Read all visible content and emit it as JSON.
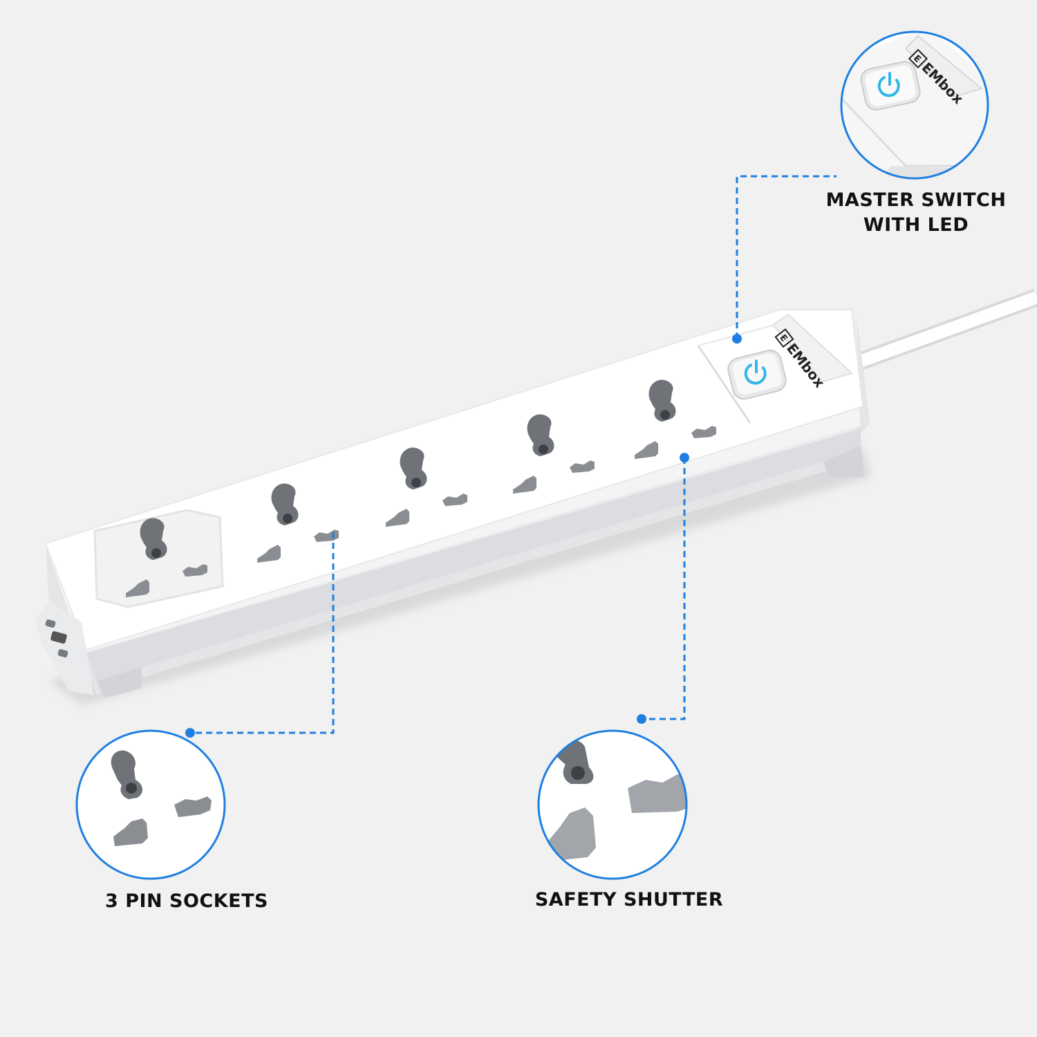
{
  "brand": {
    "name": "EMbox",
    "logo_letter": "E"
  },
  "callouts": {
    "master_switch": {
      "line1": "MASTER SWITCH",
      "line2": "WITH LED"
    },
    "pin_sockets": {
      "label": "3 PIN SOCKETS"
    },
    "safety_shutter": {
      "label": "SAFETY SHUTTER"
    }
  },
  "colors": {
    "accent": "#1e7fe0",
    "led": "#2fb8e8",
    "body": "#ffffff",
    "background": "#f1f1f2",
    "socket_hole": "#6f7378"
  }
}
